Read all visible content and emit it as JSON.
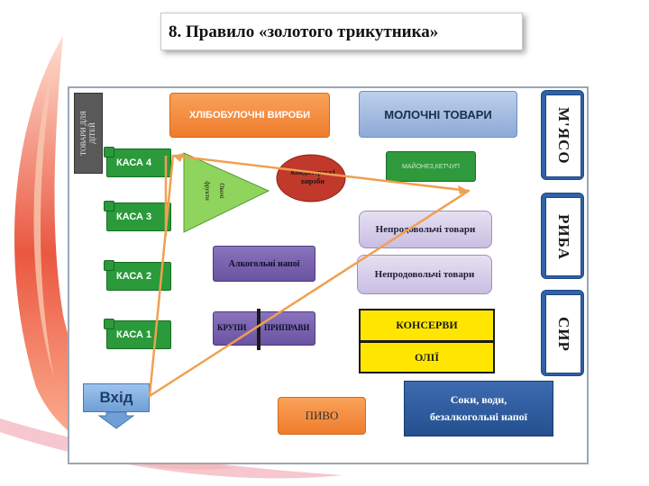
{
  "title": "8. Правило «золотого трикутника»",
  "areas": {
    "bakery": "ХЛІБОБУЛОЧНІ ВИРОБИ",
    "dairy": "МОЛОЧНІ ТОВАРИ",
    "meat": "М'ЯСО",
    "fish": "РИБА",
    "cheese": "СИР",
    "confectionery_line1": "Кондитерські",
    "confectionery_line2": "вироби",
    "mayonnaise": "МАЙОНЕЗ,КЕТЧУП",
    "non_food_1": "Непродовольчі товари",
    "non_food_2": "Непродовольчі товари",
    "alcohol": "Алкогольні напої",
    "cereals": "КРУПИ",
    "spices": "ПРИПРАВИ",
    "canned": "КОНСЕРВИ",
    "oils": "ОЛІЇ",
    "juices_line1": "Соки, води,",
    "juices_line2": "безалкогольні напої",
    "beer": "ПИВО",
    "entrance": "Вхід",
    "fruits_line1": "Овочі",
    "fruits_line2": "фрукти",
    "tobacco_line1": "ТОВАРИ ДЛЯ",
    "tobacco_line2": "ДІТЕЙ"
  },
  "checkouts": [
    "КАСА 4",
    "КАСА 3",
    "КАСА 2",
    "КАСА 1"
  ],
  "colors": {
    "triangle_line": "#f0a050",
    "produce": "#8fd45c",
    "confectionery": "#c0392b"
  }
}
